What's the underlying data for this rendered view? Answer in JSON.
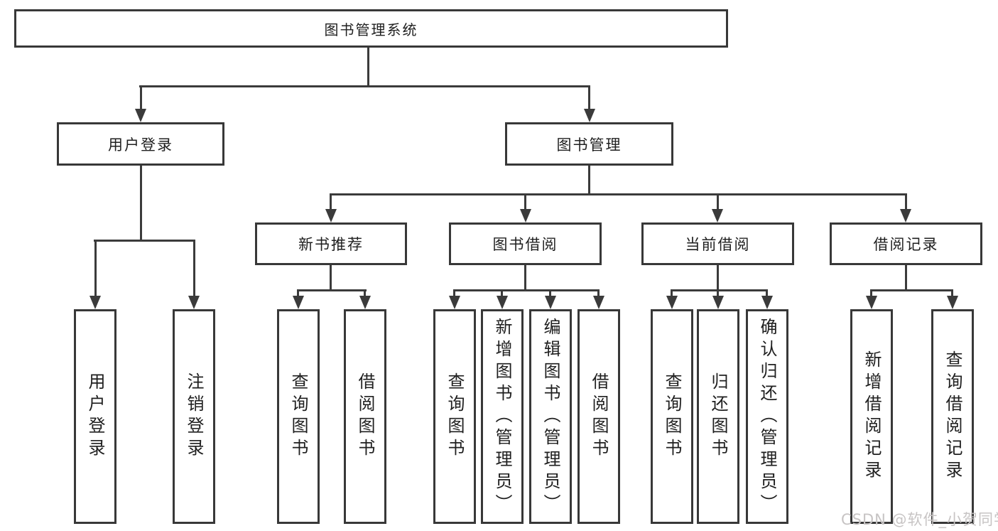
{
  "diagram_type": "function-structure-tree",
  "nodes": {
    "root": {
      "label": "图书管理系统"
    },
    "level2": [
      {
        "label": "用户登录"
      },
      {
        "label": "图书管理"
      }
    ],
    "level3": [
      {
        "label": "新书推荐",
        "parent": "图书管理"
      },
      {
        "label": "图书借阅",
        "parent": "图书管理"
      },
      {
        "label": "当前借阅",
        "parent": "图书管理"
      },
      {
        "label": "借阅记录",
        "parent": "图书管理"
      }
    ],
    "leaves": [
      {
        "label": "用户登录",
        "parent": "用户登录"
      },
      {
        "label": "注销登录",
        "parent": "用户登录"
      },
      {
        "label": "查询图书",
        "parent": "新书推荐"
      },
      {
        "label": "借阅图书",
        "parent": "新书推荐"
      },
      {
        "label": "查询图书",
        "parent": "图书借阅"
      },
      {
        "label": "新增图书（管理员）",
        "parent": "图书借阅"
      },
      {
        "label": "编辑图书（管理员）",
        "parent": "图书借阅"
      },
      {
        "label": "借阅图书",
        "parent": "图书借阅"
      },
      {
        "label": "查询图书",
        "parent": "当前借阅"
      },
      {
        "label": "归还图书",
        "parent": "当前借阅"
      },
      {
        "label": "确认归还（管理员）",
        "parent": "当前借阅"
      },
      {
        "label": "新增借阅记录",
        "parent": "借阅记录"
      },
      {
        "label": "查询借阅记录",
        "parent": "借阅记录"
      }
    ]
  },
  "watermark": {
    "text": "CSDN @软件_小贺同学"
  },
  "colors": {
    "line": "#3b3b3b",
    "box_border": "#383838",
    "box_background": "#ffffff",
    "text": "#1f1f1f",
    "watermark": "#c7c4c4"
  }
}
